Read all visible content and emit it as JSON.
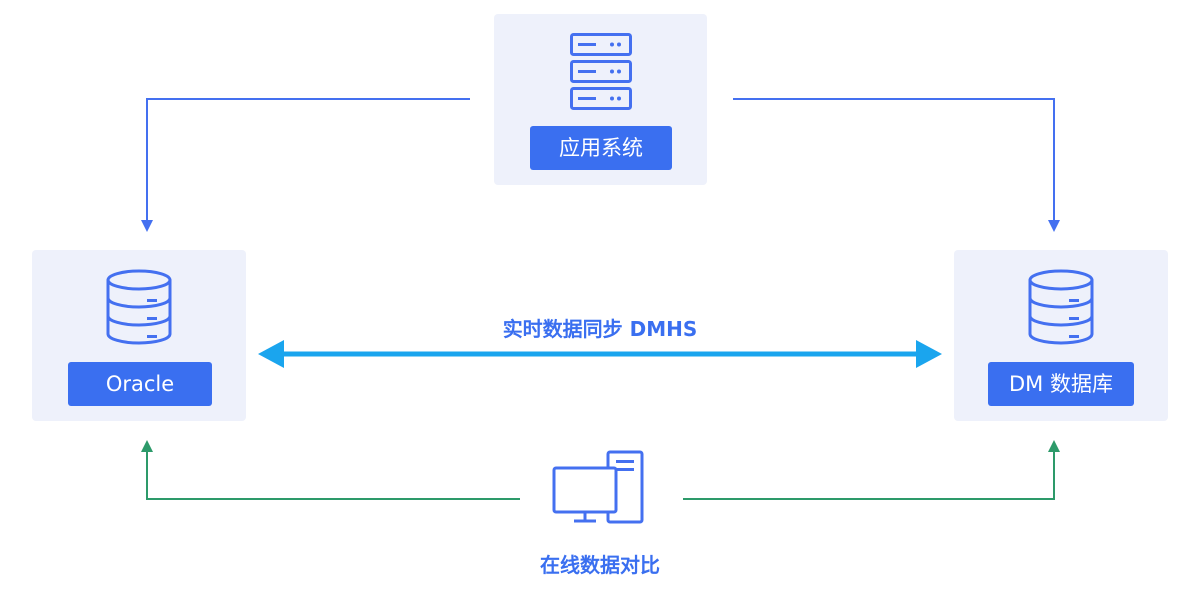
{
  "nodes": {
    "app_system": {
      "label": "应用系统",
      "icon": "server-icon"
    },
    "oracle": {
      "label": "Oracle",
      "icon": "database-icon"
    },
    "dm_db": {
      "label": "DM 数据库",
      "icon": "database-icon"
    },
    "compare_tool": {
      "icon": "computer-icon"
    }
  },
  "edges": {
    "sync": {
      "label": "实时数据同步 DMHS",
      "color": "#1aa5ee"
    },
    "compare": {
      "label": "在线数据对比",
      "color": "#2d9a6a"
    },
    "app_links": {
      "color": "#4470f0"
    }
  },
  "colors": {
    "panel_bg": "#eef1fb",
    "label_bg": "#3a6ff0",
    "sync_text": "#3a6ff0",
    "compare_text": "#3a6ff0"
  }
}
